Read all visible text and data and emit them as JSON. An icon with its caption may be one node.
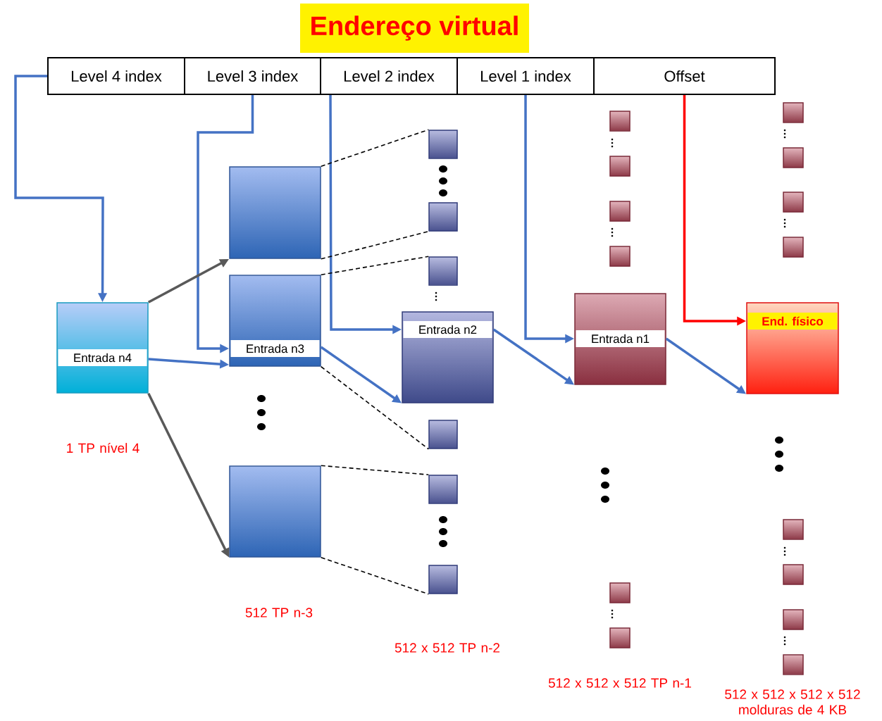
{
  "diagram": {
    "title": "Endereço virtual",
    "nodes": [
      {
        "text": [
          "Level 4 index"
        ]
      },
      {
        "text": [
          "Level 3 index"
        ]
      },
      {
        "text": [
          "Level 2 index"
        ]
      },
      {
        "text": [
          "Level 1 index"
        ]
      },
      {
        "text": [
          "Offset"
        ]
      },
      {
        "text": [
          "Entrada n4"
        ]
      },
      {
        "text": [],
        "shape": "box"
      },
      {
        "text": [
          "Entrada n3"
        ]
      },
      {
        "text": [],
        "shape": "box"
      },
      {
        "text": [
          "Entrada n2"
        ]
      },
      {
        "text": [
          "Entrada n1"
        ]
      },
      {
        "text": [
          "End. físico"
        ]
      },
      {
        "text": [],
        "shape": "box"
      },
      {
        "text": [],
        "shape": "box"
      },
      {
        "text": [],
        "shape": "box"
      },
      {
        "text": [],
        "shape": "box"
      },
      {
        "text": [],
        "shape": "box"
      },
      {
        "text": [],
        "shape": "box"
      },
      {
        "text": [],
        "shape": "box"
      },
      {
        "text": [],
        "shape": "box"
      },
      {
        "text": [],
        "shape": "box"
      },
      {
        "text": [],
        "shape": "box"
      },
      {
        "text": [],
        "shape": "box"
      },
      {
        "text": [],
        "shape": "box"
      },
      {
        "text": [],
        "shape": "box"
      },
      {
        "text": [],
        "shape": "box"
      },
      {
        "text": [],
        "shape": "box"
      },
      {
        "text": [],
        "shape": "box"
      },
      {
        "text": [],
        "shape": "box"
      },
      {
        "text": [],
        "shape": "box"
      },
      {
        "text": [],
        "shape": "box"
      },
      {
        "text": [],
        "shape": "box"
      }
    ],
    "edges": [
      {
        "from": 0,
        "to": 5,
        "arrow": "to"
      },
      {
        "from": 1,
        "to": 7,
        "arrow": "to"
      },
      {
        "from": 2,
        "to": 9,
        "arrow": "to"
      },
      {
        "from": 3,
        "to": 10,
        "arrow": "to"
      },
      {
        "from": 4,
        "to": 11,
        "arrow": "to",
        "color": "#ff0000"
      },
      {
        "from": 5,
        "to": 6,
        "arrow": "to",
        "color": "#595959"
      },
      {
        "from": 5,
        "to": 7,
        "arrow": "to"
      },
      {
        "from": 5,
        "to": 8,
        "arrow": "to",
        "color": "#595959"
      },
      {
        "from": 7,
        "to": 9,
        "arrow": "to"
      },
      {
        "from": 9,
        "to": 10,
        "arrow": "to"
      },
      {
        "from": 10,
        "to": 11,
        "arrow": "to"
      },
      {
        "from": 6,
        "to": 12,
        "arrow": "none",
        "style": "dashed",
        "color": "#000000"
      },
      {
        "from": 6,
        "to": 13,
        "arrow": "none",
        "style": "dashed",
        "color": "#000000"
      },
      {
        "from": 7,
        "to": 14,
        "arrow": "none",
        "style": "dashed",
        "color": "#000000"
      },
      {
        "from": 7,
        "to": 15,
        "arrow": "none",
        "style": "dashed",
        "color": "#000000"
      },
      {
        "from": 8,
        "to": 16,
        "arrow": "none",
        "style": "dashed",
        "color": "#000000"
      },
      {
        "from": 8,
        "to": 17,
        "arrow": "none",
        "style": "dashed",
        "color": "#000000"
      }
    ],
    "labels": [
      "1 TP nível 4",
      "512 TP n-3",
      "512 x 512 TP n-2",
      "512 x 512 x 512 TP n-1",
      "512 x 512 x 512 x 512 molduras de 4 KB"
    ]
  }
}
